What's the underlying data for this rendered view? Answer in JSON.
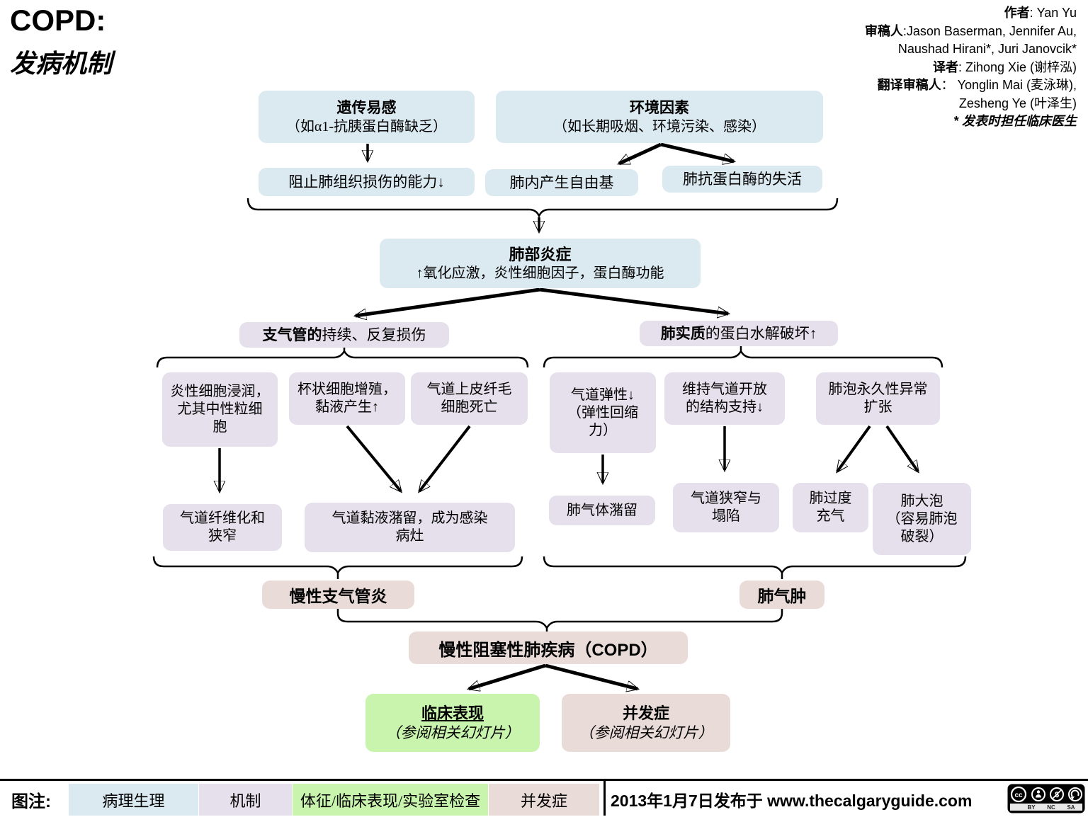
{
  "title": {
    "main": "COPD:",
    "sub": "发病机制"
  },
  "credits": {
    "author_label": "作者",
    "author": ": Yan Yu",
    "reviewers_label": "审稿人",
    "reviewers": ":Jason Baserman, Jennifer Au,",
    "reviewers2": "Naushad Hirani*, Juri Janovcik*",
    "translator_label": "译者",
    "translator": ": Zihong Xie (谢梓泓)",
    "trans_reviewers_label": "翻译审稿人",
    "trans_reviewers": "：  Yonglin Mai (麦泳琳),",
    "trans_reviewers2": "Zesheng Ye (叶泽生)",
    "note": "* 发表时担任临床医生"
  },
  "boxes": {
    "genetic": {
      "title": "遗传易感",
      "subtitle": "（如α1-抗胰蛋白酶缺乏）"
    },
    "environment": {
      "title": "环境因素",
      "subtitle": "（如长期吸烟、环境污染、感染）"
    },
    "prevent_damage": {
      "text": "阻止肺组织损伤的能力↓"
    },
    "free_radicals": {
      "text": "肺内产生自由基"
    },
    "antiprotease": {
      "text": "肺抗蛋白酶的失活"
    },
    "inflammation": {
      "title": "肺部炎症",
      "subtitle": "↑氧化应激，炎性细胞因子，蛋白酶功能"
    },
    "bronchi_damage": {
      "bold": "支气管的",
      "rest": "持续、反复损伤"
    },
    "parenchyma": {
      "bold": "肺实质",
      "rest": "的蛋白水解破坏↑"
    },
    "infiltration": {
      "lines": [
        "炎性细胞浸润，",
        "尤其中性粒细",
        "胞"
      ]
    },
    "goblet": {
      "lines": [
        "杯状细胞增殖，",
        "黏液产生↑"
      ]
    },
    "cilia_death": {
      "lines": [
        "气道上皮纤毛",
        "细胞死亡"
      ]
    },
    "elasticity": {
      "lines": [
        "气道弹性↓",
        "（弹性回缩",
        "力）"
      ]
    },
    "structural": {
      "lines": [
        "维持气道开放",
        "的结构支持↓"
      ]
    },
    "alveolar": {
      "lines": [
        "肺泡永久性异常",
        "扩张"
      ]
    },
    "fibrosis": {
      "lines": [
        "气道纤维化和",
        "狭窄"
      ]
    },
    "mucus": {
      "lines": [
        "气道黏液潴留，成为感染",
        "病灶"
      ]
    },
    "air_trapping": {
      "text": "肺气体潴留"
    },
    "airway_collapse": {
      "lines": [
        "气道狭窄与",
        "塌陷"
      ]
    },
    "hyperinflation": {
      "lines": [
        "肺过度",
        "充气"
      ]
    },
    "bullae": {
      "lines": [
        "肺大泡",
        "（容易肺泡",
        "破裂）"
      ]
    },
    "chronic_bronchitis": {
      "text": "慢性支气管炎"
    },
    "emphysema": {
      "text": "肺气肿"
    },
    "copd": {
      "text": "慢性阻塞性肺疾病（COPD）"
    },
    "clinical": {
      "title": "临床表现",
      "subtitle": "（参阅相关幻灯片）"
    },
    "complications": {
      "title": "并发症",
      "subtitle": "（参阅相关幻灯片）"
    }
  },
  "legend": {
    "label": "图注:",
    "items": [
      {
        "label": "病理生理",
        "color": "#dbe9f1"
      },
      {
        "label": "机制",
        "color": "#e5e0ec"
      },
      {
        "label": "体征/临床表现/实验室检查",
        "color": "#c9f4ad"
      },
      {
        "label": "并发症",
        "color": "#e9dbd8"
      }
    ]
  },
  "footer": {
    "published": "2013年1月7日发布于 www.thecalgaryguide.com",
    "cc_labels": [
      "BY",
      "NC",
      "SA"
    ]
  },
  "colors": {
    "pathophysiology": "#dbe9f1",
    "mechanism": "#e5e0ec",
    "signs_clinical": "#c9f4ad",
    "complications": "#e9dbd8"
  }
}
